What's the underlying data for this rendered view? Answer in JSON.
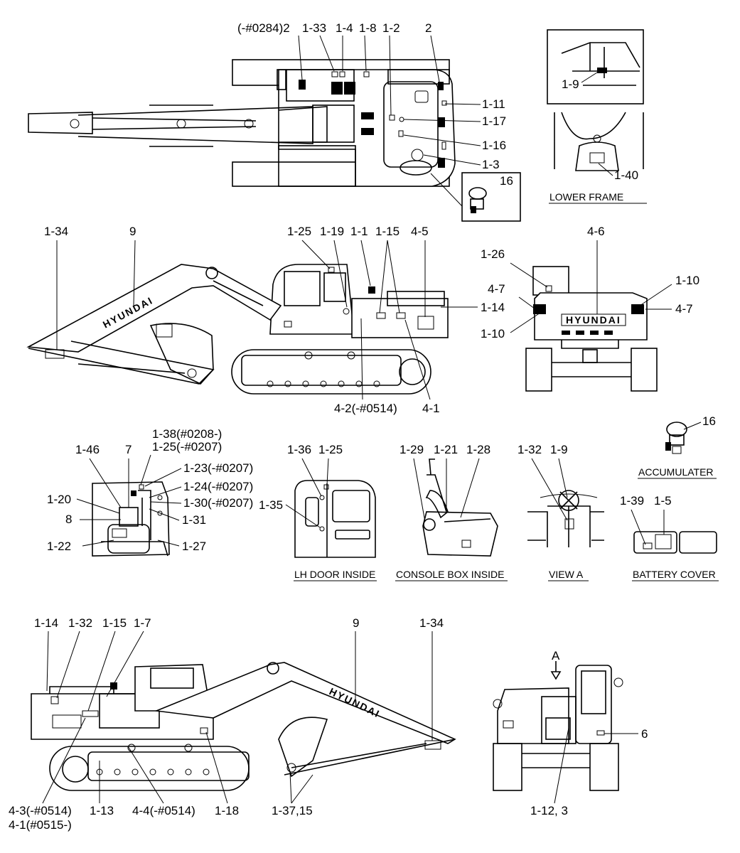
{
  "captions": {
    "lower_frame": "LOWER FRAME",
    "lh_door_inside": "LH DOOR INSIDE",
    "console_box_inside": "CONSOLE BOX INSIDE",
    "view_a": "VIEW  A",
    "battery_cover": "BATTERY COVER",
    "accumulater": "ACCUMULATER"
  },
  "brand_text": "HYUNDAI",
  "labels": {
    "top": [
      "(-#0284)2",
      "1-33",
      "1-4",
      "1-8",
      "1-2",
      "2",
      "1-11",
      "1-17",
      "1-16",
      "1-3",
      "16"
    ],
    "lower_frame": [
      "1-9",
      "1-40"
    ],
    "side_view": [
      "1-34",
      "9",
      "1-25",
      "1-19",
      "1-1",
      "1-15",
      "4-5",
      "1-14",
      "4-2(-#0514)",
      "4-1"
    ],
    "rear_view": [
      "1-26",
      "4-6",
      "1-10",
      "4-7",
      "4-7",
      "1-10"
    ],
    "cab_interior": [
      "1-38(#0208-)",
      "1-25(-#0207)",
      "1-46",
      "7",
      "1-23(-#0207)",
      "1-24(-#0207)",
      "1-30(-#0207)",
      "1-20",
      "8",
      "1-31",
      "1-22",
      "1-27"
    ],
    "lh_door": [
      "1-36",
      "1-25",
      "1-35"
    ],
    "console_box": [
      "1-29",
      "1-21",
      "1-28"
    ],
    "view_a": [
      "1-32",
      "1-9"
    ],
    "accumulator": [
      "16"
    ],
    "battery_cover": [
      "1-39",
      "1-5"
    ],
    "side_view_right": [
      "1-14",
      "1-32",
      "1-15",
      "1-7",
      "9",
      "1-34",
      "4-3(-#0514)",
      "4-1(#0515-)",
      "1-13",
      "4-4(-#0514)",
      "1-18",
      "1-37,15"
    ],
    "front_view": [
      "A",
      "6",
      "1-12, 3"
    ]
  }
}
